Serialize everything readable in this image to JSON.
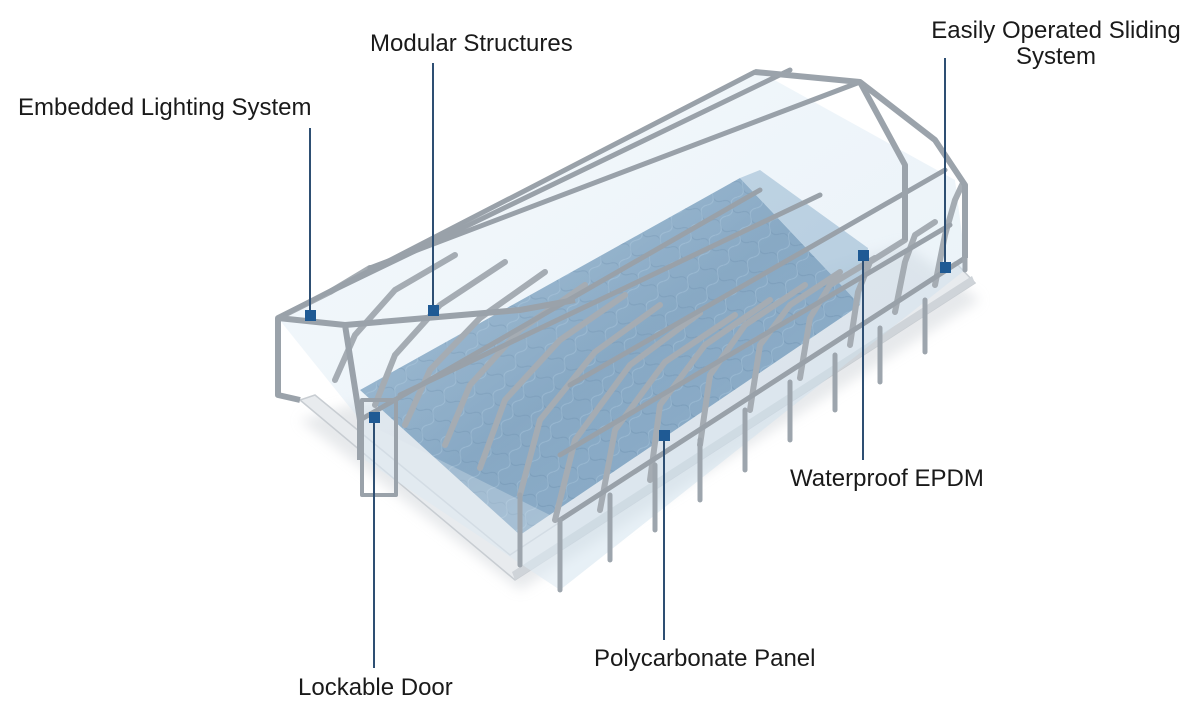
{
  "callouts": {
    "lighting": "Embedded Lighting System",
    "modular": "Modular Structures",
    "sliding_line1": "Easily Operated Sliding",
    "sliding_line2": "System",
    "waterproof": "Waterproof EPDM",
    "polycarbonate": "Polycarbonate Panel",
    "door": "Lockable Door"
  },
  "colors": {
    "frame": "#a7aeb5",
    "frame_dark": "#7e868e",
    "glass": "#cfe3f1",
    "water": "#5d86a8",
    "leader": "#2e4f73",
    "marker": "#1f5a94",
    "base": "#e4e7ea"
  }
}
